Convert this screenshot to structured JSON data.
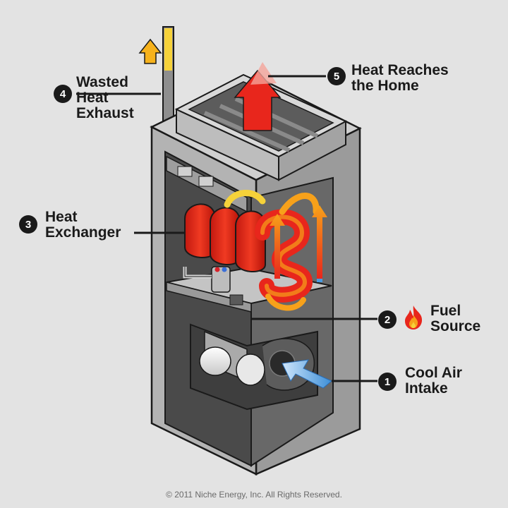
{
  "callouts": [
    {
      "number": "1",
      "lines": [
        "Cool Air",
        "Intake"
      ]
    },
    {
      "number": "2",
      "lines": [
        "Fuel",
        "Source"
      ]
    },
    {
      "number": "3",
      "lines": [
        "Heat",
        "Exchanger"
      ]
    },
    {
      "number": "4",
      "lines": [
        "Wasted",
        "Heat",
        "Exhaust"
      ]
    },
    {
      "number": "5",
      "lines": [
        "Heat Reaches",
        "the Home"
      ]
    }
  ],
  "icons": {
    "fuel": "flame-icon"
  },
  "colors": {
    "background": "#e3e3e3",
    "cabinet": "#a9a9a9",
    "heat": "#e8261c",
    "flame": "#f7a11a",
    "cool_air": "#4a9be0",
    "ink": "#1a1a1a"
  },
  "copyright": "© 2011 Niche Energy, Inc. All Rights Reserved."
}
